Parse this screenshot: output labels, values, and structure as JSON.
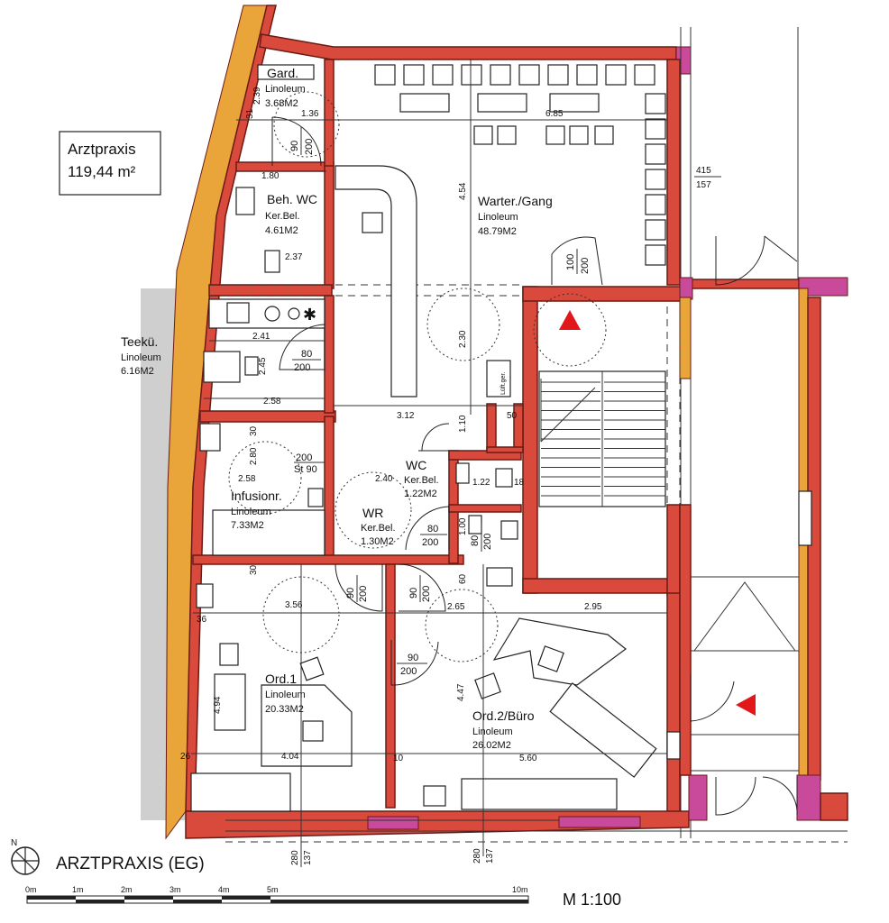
{
  "summary": {
    "title": "Arztpraxis",
    "area": "119,44 m²"
  },
  "rooms": {
    "gard": {
      "name": "Gard.",
      "floor": "Linoleum",
      "area": "3.68M2"
    },
    "beh_wc": {
      "name": "Beh. WC",
      "floor": "Ker.Bel.",
      "area": "4.61M2"
    },
    "warter": {
      "name": "Warter./Gang",
      "floor": "Linoleum",
      "area": "48.79M2"
    },
    "teekue": {
      "name": "Teekü.",
      "floor": "Linoleum",
      "area": "6.16M2"
    },
    "infusion": {
      "name": "Infusionr.",
      "floor": "Linoleum",
      "area": "7.33M2"
    },
    "wc": {
      "name": "WC",
      "floor": "Ker.Bel.",
      "area": "1.22M2"
    },
    "wr": {
      "name": "WR",
      "floor": "Ker.Bel.",
      "area": "1.30M2"
    },
    "ord1": {
      "name": "Ord.1",
      "floor": "Linoleum",
      "area": "20.33M2"
    },
    "ord2": {
      "name": "Ord.2/Büro",
      "floor": "Linoleum",
      "area": "26.02M2"
    }
  },
  "dimensions": {
    "d239": "2.39",
    "d136": "1.36",
    "d685": "6.85",
    "d180": "1.80",
    "d237": "2.37",
    "d454": "4.54",
    "d415": "415",
    "d157": "157",
    "d241": "2.41",
    "d258a": "2.58",
    "d245": "2.45",
    "d230": "2.30",
    "d312": "3.12",
    "d110": "1.10",
    "d50": "50",
    "d280": "2.80",
    "d258b": "2.58",
    "d240": "2.40",
    "d122": "1.22",
    "d18": "18",
    "d100": "1.00",
    "d356": "3.56",
    "d265": "2.65",
    "d295": "2.95",
    "d494": "4.94",
    "d447": "4.47",
    "d404": "4.04",
    "d560": "5.60",
    "d36": "36",
    "d30a": "30",
    "d30b": "30",
    "d60": "60",
    "d10": "10",
    "d26": "26",
    "d31": "31",
    "s200": "200",
    "st90": "St 90"
  },
  "doors": {
    "d1": [
      "90",
      "200"
    ],
    "d2": [
      "100",
      "200"
    ],
    "d3": [
      "80",
      "200"
    ],
    "d4": [
      "80",
      "200"
    ],
    "d5": [
      "80",
      "200"
    ],
    "d6": [
      "90",
      "200"
    ],
    "d7": [
      "90",
      "200"
    ],
    "d8": [
      "90",
      "200"
    ]
  },
  "misc": {
    "cabinet": "Lüft.ger."
  },
  "sills": {
    "left_top": "280",
    "left_bot": "137",
    "right_top": "280",
    "right_bot": "137"
  },
  "plan_title": "ARZTPRAXIS (EG)",
  "compass_label": "N",
  "scale": {
    "label": "M 1:100",
    "ticks": [
      "0m",
      "1m",
      "2m",
      "3m",
      "4m",
      "5m",
      "10m"
    ]
  }
}
